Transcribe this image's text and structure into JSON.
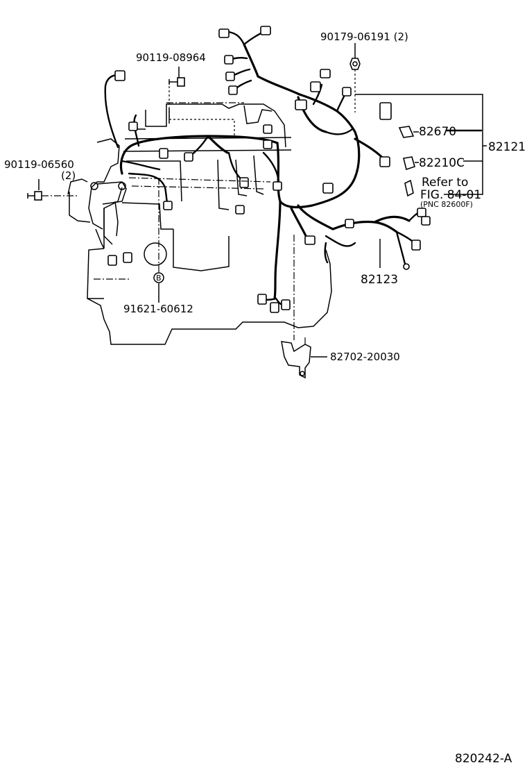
{
  "labels": {
    "bolt_top": "90119-08964",
    "nut_top": "90179-06191 (2)",
    "bolt_left": "90119-06560",
    "bolt_left_qty": "(2)",
    "clamp_82670": "82670",
    "harness_82121": "82121",
    "part_82210c": "82210C",
    "refer_line1": "Refer to",
    "refer_line2": "FIG. 84-01",
    "refer_line3": "(PNC 82600F)",
    "harness_82123": "82123",
    "clamp_91621": "91621-60612",
    "clamp_marker": "B",
    "bracket_82702": "82702-20030",
    "diagram_id": "820242-A"
  }
}
